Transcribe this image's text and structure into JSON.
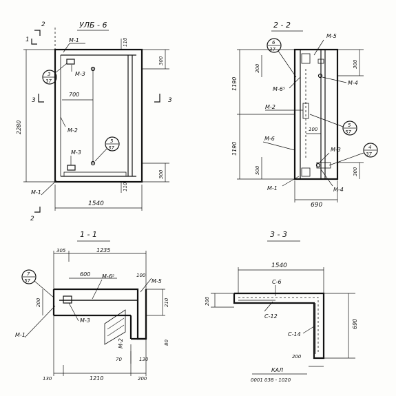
{
  "title_main": "УЛБ - 6",
  "views": {
    "front": {
      "title": "УЛБ - 6",
      "dims": {
        "height_total": "2280",
        "width_total": "1540",
        "top_offset": "110",
        "top_right": "300",
        "bottom_right": "300",
        "bottom_offset": "110",
        "inner": "700"
      },
      "labels": {
        "m1_top": "М-1",
        "m3_top": "М-3",
        "m2": "М-2",
        "m3_bottom": "М-3",
        "m1_bottom": "М-1"
      },
      "cut_marks": {
        "c1": "1",
        "c2": "2",
        "c2b": "2",
        "c3l": "3",
        "c3r": "3"
      },
      "refs": {
        "r1": {
          "top": "3",
          "bottom": "37"
        },
        "r2": {
          "top": "5",
          "bottom": "37"
        }
      }
    },
    "section_2_2": {
      "title": "2 - 2",
      "dims": {
        "upper_h": "1190",
        "lower_h": "1190",
        "top_left": "300",
        "top_right": "300",
        "bottom_left": "500",
        "bottom_right": "300",
        "inner": "100",
        "width": "690"
      },
      "labels": {
        "m5": "М-5",
        "m6_top": "М-6⁵",
        "m4_top": "М-4",
        "m2": "М-2",
        "m6": "М-6",
        "m3": "М-3",
        "m1": "М-1",
        "m4_bottom": "М-4"
      },
      "refs": {
        "r1": {
          "top": "6",
          "bottom": "37"
        },
        "r2": {
          "top": "5",
          "bottom": "57"
        },
        "r3": {
          "top": "4",
          "bottom": "37"
        }
      }
    },
    "section_1_1": {
      "title": "1 - 1",
      "dims": {
        "top_a": "305",
        "top_b": "1235",
        "inner_600": "600",
        "right_100": "100",
        "left_200": "200",
        "right_210": "210",
        "d70": "70",
        "d130": "130",
        "bottom_130": "130",
        "bottom_1210": "1210",
        "bottom_200": "200",
        "right_80": "80"
      },
      "labels": {
        "m5": "М-5",
        "m6": "М-6⁵",
        "m3": "М-3",
        "m1": "М-1",
        "m2": "М-2"
      },
      "refs": {
        "r1": {
          "top": "7",
          "bottom": "57"
        }
      }
    },
    "section_3_3": {
      "title": "3 - 3",
      "dims": {
        "width": "1540",
        "left_200": "200",
        "right_690": "690",
        "bottom_200": "200"
      },
      "labels": {
        "c6": "С-6",
        "c12": "С-12",
        "c14": "С-14",
        "stamp_top": "КАЛ",
        "stamp_bottom": "0001 038 - 1020"
      }
    }
  }
}
